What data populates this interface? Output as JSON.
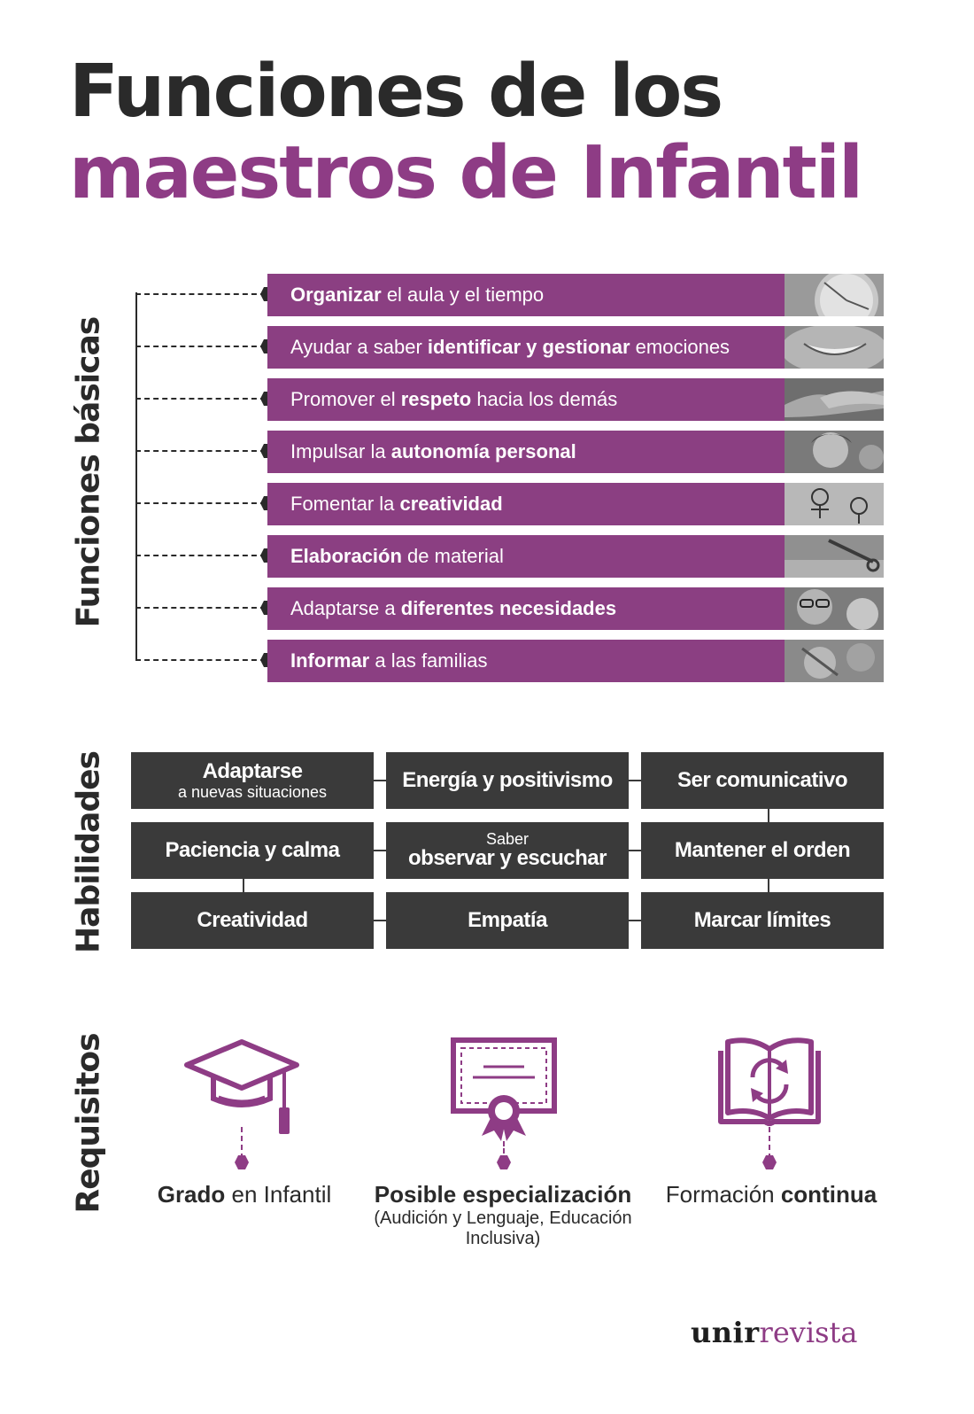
{
  "title": {
    "line1": "Funciones de los",
    "line2": "maestros de Infantil"
  },
  "sections": {
    "funciones": "Funciones básicas",
    "habilidades": "Habilidades",
    "requisitos": "Requisitos"
  },
  "funciones": [
    {
      "pre": "",
      "bold": "Organizar",
      "post": " el aula y el tiempo",
      "photo": "clock-photo"
    },
    {
      "pre": "Ayudar a saber ",
      "bold": "identificar y gestionar",
      "post": " emociones",
      "photo": "smile-photo"
    },
    {
      "pre": "Promover el ",
      "bold": "respeto",
      "post": " hacia los demás",
      "photo": "handshake-photo"
    },
    {
      "pre": "Impulsar la ",
      "bold": "autonomía personal",
      "post": "",
      "photo": "teacher-photo"
    },
    {
      "pre": "Fomentar la ",
      "bold": "creatividad",
      "post": "",
      "photo": "drawing-photo"
    },
    {
      "pre": "",
      "bold": "Elaboración",
      "post": " de material",
      "photo": "scissors-photo"
    },
    {
      "pre": "Adaptarse a ",
      "bold": "diferentes necesidades",
      "post": "",
      "photo": "glasses-photo"
    },
    {
      "pre": "",
      "bold": "Informar",
      "post": " a las familias",
      "photo": "family-photo"
    }
  ],
  "habilidades": {
    "adaptarse": {
      "main": "Adaptarse",
      "sub": "a nuevas situaciones"
    },
    "energia": "Energía y positivismo",
    "comunicativo": "Ser comunicativo",
    "paciencia": "Paciencia y calma",
    "observar": {
      "pre": "Saber",
      "main": "observar y escuchar"
    },
    "orden": "Mantener el orden",
    "creatividad": "Creatividad",
    "empatia": "Empatía",
    "limites": "Marcar límites"
  },
  "requisitos": [
    {
      "icon": "graduation-cap-icon",
      "bold": "Grado",
      "rest": " en Infantil",
      "sub": ""
    },
    {
      "icon": "certificate-icon",
      "bold": "Posible especialización",
      "rest": "",
      "sub": "(Audición y Lenguaje, Educación Inclusiva)"
    },
    {
      "icon": "book-icon",
      "pre": "Formación ",
      "bold": "continua",
      "sub": ""
    }
  ],
  "logo": {
    "part1": "unir",
    "part2": "revista"
  },
  "colors": {
    "purple": "#8b3f82",
    "dark": "#2a2a2a",
    "box": "#3a3a3a"
  }
}
